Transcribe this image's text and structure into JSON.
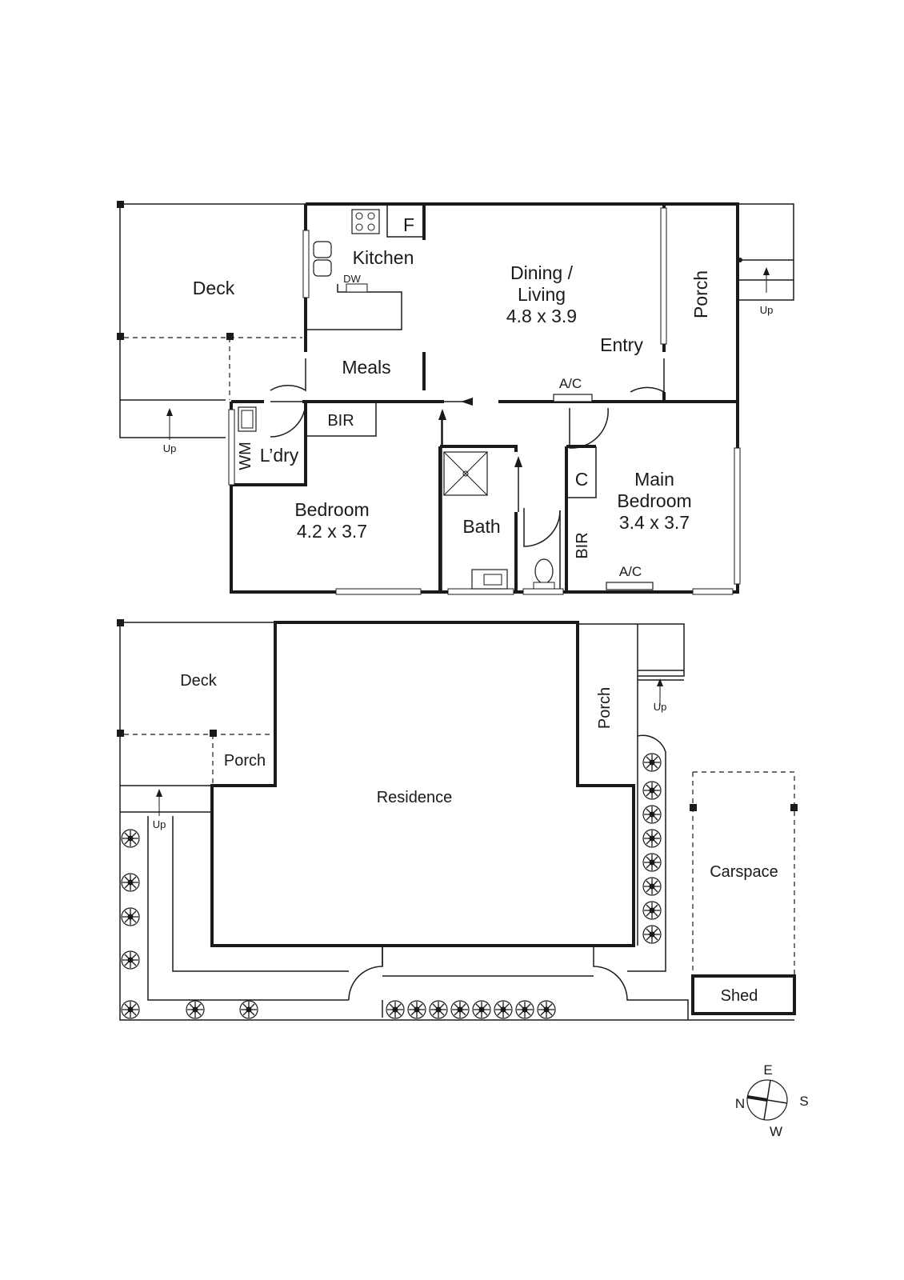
{
  "floor_plan": {
    "rooms": {
      "deck": "Deck",
      "kitchen": "Kitchen",
      "dw": "DW",
      "fridge": "F",
      "dining_line1": "Dining /",
      "dining_line2": "Living",
      "dining_dims": "4.8 x 3.9",
      "porch": "Porch",
      "entry": "Entry",
      "meals": "Meals",
      "ac_hall": "A/C",
      "bir_laundry": "BIR",
      "wm": "WM",
      "laundry": "L’dry",
      "bedroom": "Bedroom",
      "bedroom_dims": "4.2 x 3.7",
      "bath": "Bath",
      "cupboard": "C",
      "bir_main": "BIR",
      "main_bedroom_line1": "Main",
      "main_bedroom_line2": "Bedroom",
      "main_bedroom_dims": "3.4 x 3.7",
      "ac_main": "A/C"
    },
    "stairs": {
      "deck_up": "Up",
      "porch_up": "Up"
    }
  },
  "site_plan": {
    "deck": "Deck",
    "porch_left": "Porch",
    "porch_right": "Porch",
    "residence": "Residence",
    "carspace": "Carspace",
    "shed": "Shed",
    "up_left": "Up",
    "up_right": "Up"
  },
  "compass": {
    "north": "N",
    "east": "E",
    "south": "S",
    "west": "W"
  }
}
